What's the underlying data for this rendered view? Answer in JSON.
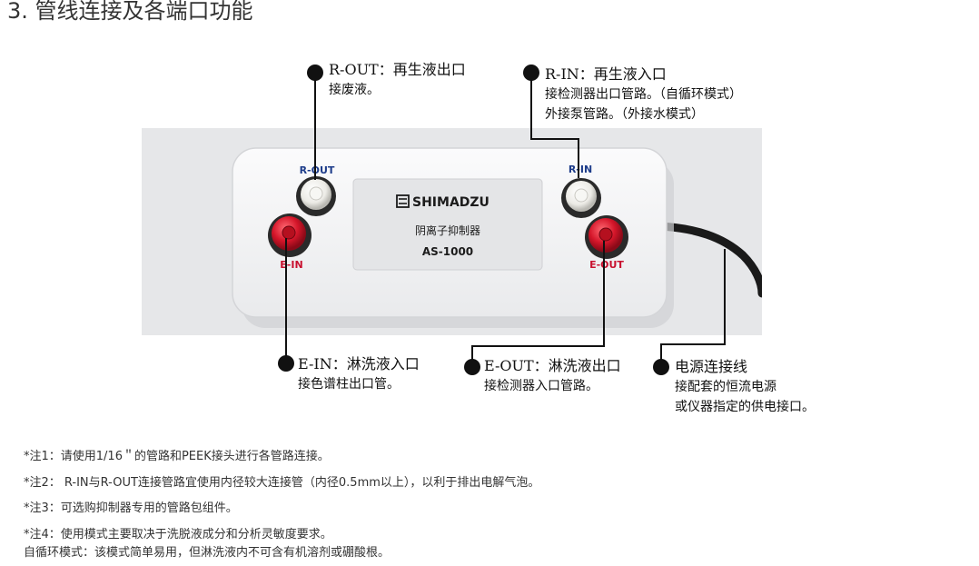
{
  "page": {
    "title": "3. 管线连接及各端口功能"
  },
  "device": {
    "brand": "SHIMADZU",
    "product_name": "阴离子抑制器",
    "model": "AS-1000",
    "port_labels": {
      "r_out": "R-OUT",
      "r_in": "R-IN",
      "e_in": "E-IN",
      "e_out": "E-OUT"
    },
    "colors": {
      "housing": "#f7f7f8",
      "red_port": "#d5162a",
      "white_port": "#f2f2ef",
      "label_blue": "#1d3c8a",
      "label_red": "#c8102e",
      "cable": "#1a1a1a"
    }
  },
  "callouts": {
    "r_out": {
      "title": "R-OUT：再生液出口",
      "lines": [
        "接废液。"
      ]
    },
    "r_in": {
      "title": "R-IN：再生液入口",
      "lines": [
        "接检测器出口管路。（自循环模式）",
        "外接泵管路。（外接水模式）"
      ]
    },
    "e_in": {
      "title": "E-IN：淋洗液入口",
      "lines": [
        "接色谱柱出口管。"
      ]
    },
    "e_out": {
      "title": "E-OUT：淋洗液出口",
      "lines": [
        "接检测器入口管路。"
      ]
    },
    "power": {
      "title": "电源连接线",
      "lines": [
        "接配套的恒流电源",
        "或仪器指定的供电接口。"
      ]
    }
  },
  "notes": [
    "*注1：请使用1/16＂的管路和PEEK接头进行各管路连接。",
    "*注2： R-IN与R-OUT连接管路宜使用内径较大连接管（内径0.5mm以上），以利于排出电解气泡。",
    "*注3：可选购抑制器专用的管路包组件。",
    "*注4：使用模式主要取决于洗脱液成分和分析灵敏度要求。",
    "自循环模式：该模式简单易用，但淋洗液内不可含有机溶剂或硼酸根。"
  ]
}
